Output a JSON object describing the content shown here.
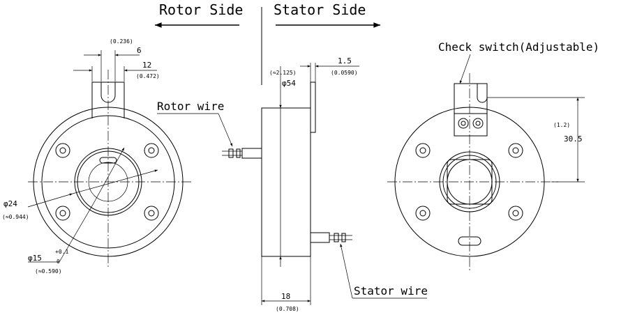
{
  "header": {
    "rotor_side": "Rotor Side",
    "stator_side": "Stator Side"
  },
  "labels": {
    "rotor_wire": "Rotor wire",
    "stator_wire": "Stator wire",
    "check_switch": "Check switch(Adjustable)"
  },
  "dimensions": {
    "rotor_tab_width_in": "(0.236)",
    "rotor_tab_width": "6",
    "rotor_tab_span": "12",
    "rotor_tab_span_in": "(0.472)",
    "bore_dia": "φ24",
    "bore_dia_in": "(≈0.944)",
    "inner_dia": "φ15",
    "inner_tol_upper": "+0.1",
    "inner_tol_lower": "0",
    "inner_dia_in": "(≈0.590)",
    "body_dia_in": "(≈2.125)",
    "body_dia": "φ54",
    "flange_thk": "1.5",
    "flange_thk_in": "(0.0590)",
    "body_len": "18",
    "body_len_in": "(0.708)",
    "switch_height_in": "(1.2)",
    "switch_height": "30.5"
  }
}
